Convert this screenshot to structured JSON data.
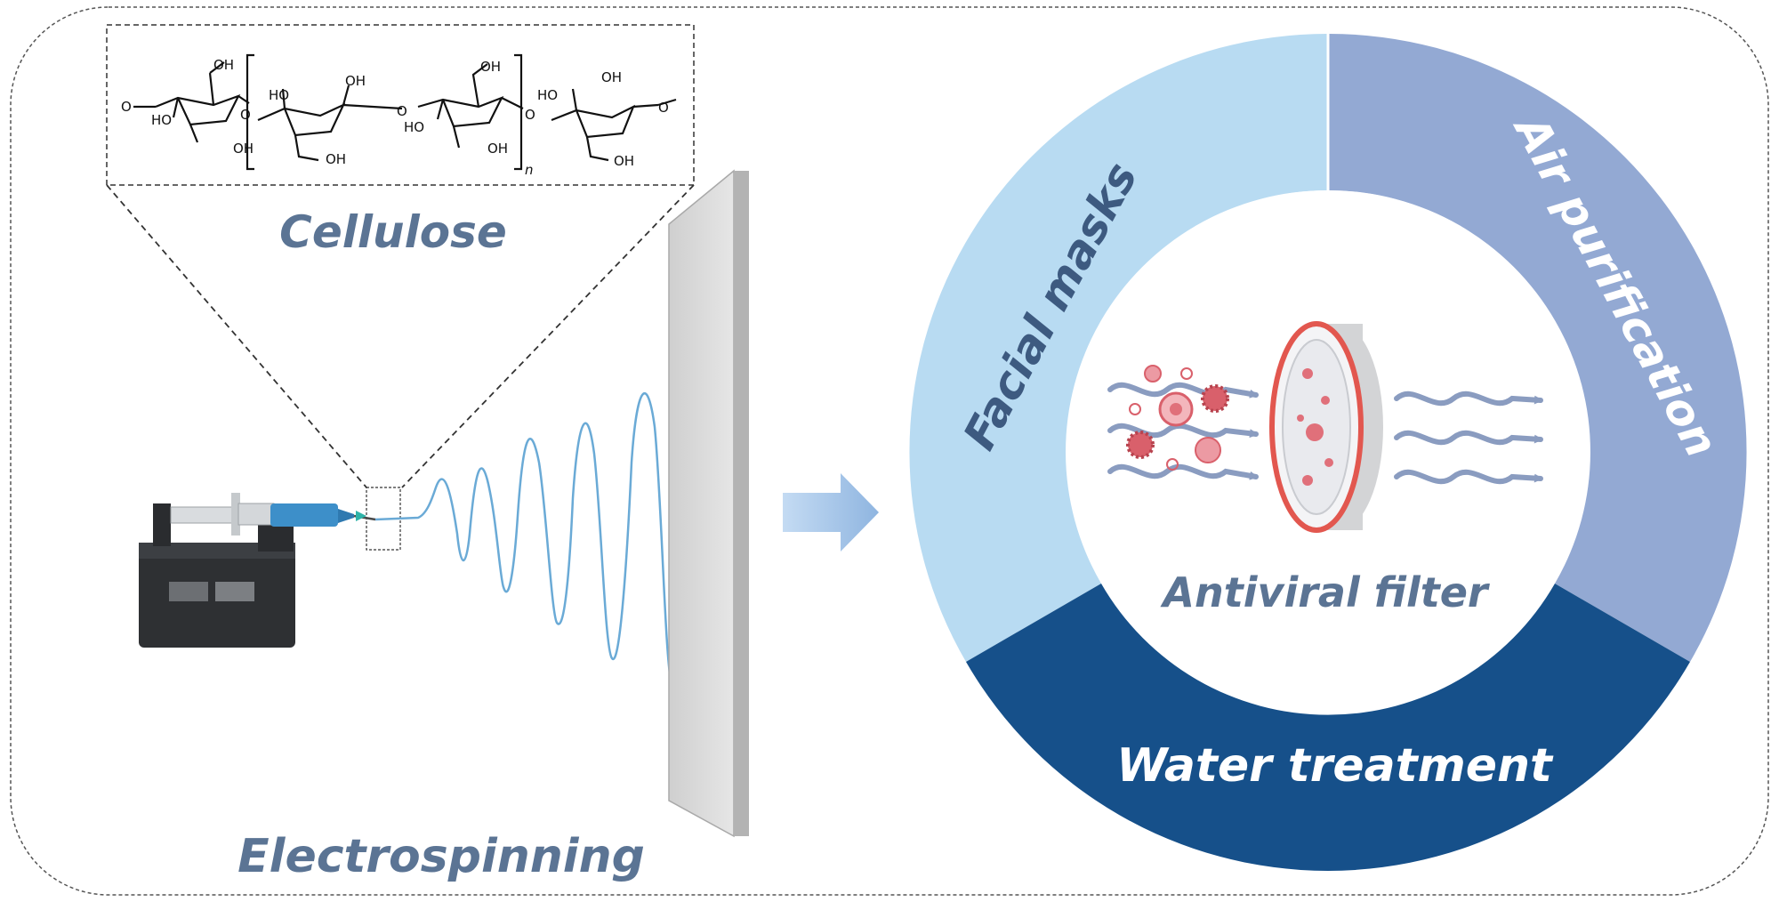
{
  "labels": {
    "cellulose": "Cellulose",
    "electrospinning": "Electrospinning",
    "antiviral_filter": "Antiviral filter",
    "facial_masks": "Facial masks",
    "air_purification": "Air purification",
    "water_treatment": "Water treatment"
  },
  "molecule": {
    "oh": "OH",
    "ho": "HO",
    "o": "O",
    "n": "n"
  },
  "colors": {
    "label_gray_blue": "#5b7494",
    "facial_masks_segment": "#b8dbf2",
    "air_purification_segment": "#93a9d3",
    "water_treatment_segment": "#16508a",
    "fiber": "#6aaad6",
    "arrow": "#a9c8ea",
    "virus": "#e0707a",
    "wave": "#8a9cc0"
  }
}
